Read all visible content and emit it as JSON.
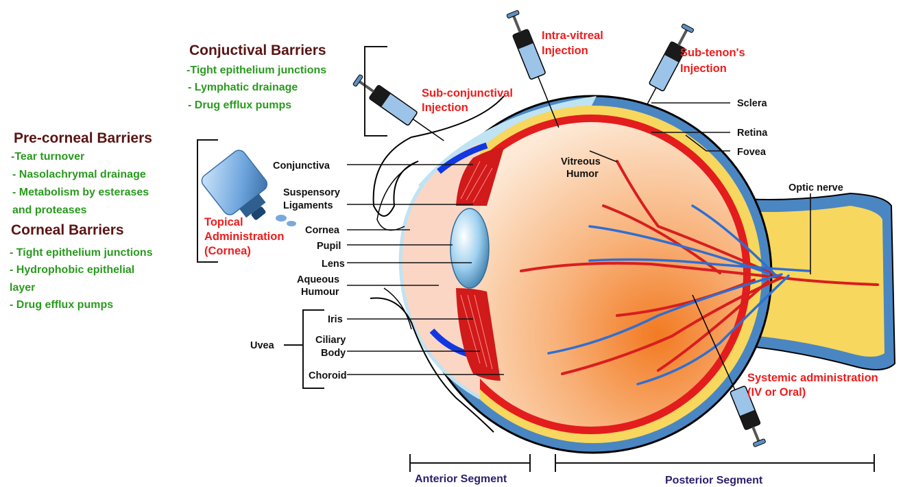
{
  "left_panel": {
    "conjunctival": {
      "title": "Conjuctival Barriers",
      "items": [
        "-Tight epithelium junctions",
        "- Lymphatic drainage",
        "- Drug efflux pumps"
      ]
    },
    "precorneal": {
      "title": "Pre-corneal Barriers",
      "items": [
        "-Tear turnover",
        "- Nasolachrymal drainage",
        "- Metabolism by esterases",
        "and proteases"
      ]
    },
    "corneal": {
      "title": "Corneal Barriers",
      "items": [
        "- Tight epithelium junctions",
        "- Hydrophobic epithelial",
        "layer",
        "- Drug efflux pumps"
      ]
    }
  },
  "routes": {
    "topical": [
      "Topical",
      "Administration",
      "(Cornea)"
    ],
    "subconjunctival": [
      "Sub-conjunctival",
      "Injection"
    ],
    "intravitreal": [
      "Intra-vitreal",
      "Injection"
    ],
    "subtenon": [
      "Sub-tenon's",
      "Injection"
    ],
    "systemic": [
      "Systemic administration",
      "(IV or Oral)"
    ]
  },
  "anatomy": {
    "conjunctiva": "Conjunctiva",
    "suspensory": [
      "Suspensory",
      "Ligaments"
    ],
    "cornea": "Cornea",
    "pupil": "Pupil",
    "lens": "Lens",
    "aqueous": [
      "Aqueous",
      "Humour"
    ],
    "uvea": "Uvea",
    "iris": "Iris",
    "ciliary": [
      "Ciliary",
      "Body"
    ],
    "choroid": "Choroid",
    "vitreous": [
      "Vitreous",
      "Humor"
    ],
    "sclera": "Sclera",
    "retina": "Retina",
    "fovea": "Fovea",
    "optic_nerve": "Optic nerve"
  },
  "segments": {
    "anterior": "Anterior Segment",
    "posterior": "Posterior Segment"
  },
  "colors": {
    "heading": "#5b1414",
    "barrier_items": "#2a9a1f",
    "routes": "#ee1c1c",
    "labels": "#111111",
    "segments": "#2a1f6e"
  }
}
